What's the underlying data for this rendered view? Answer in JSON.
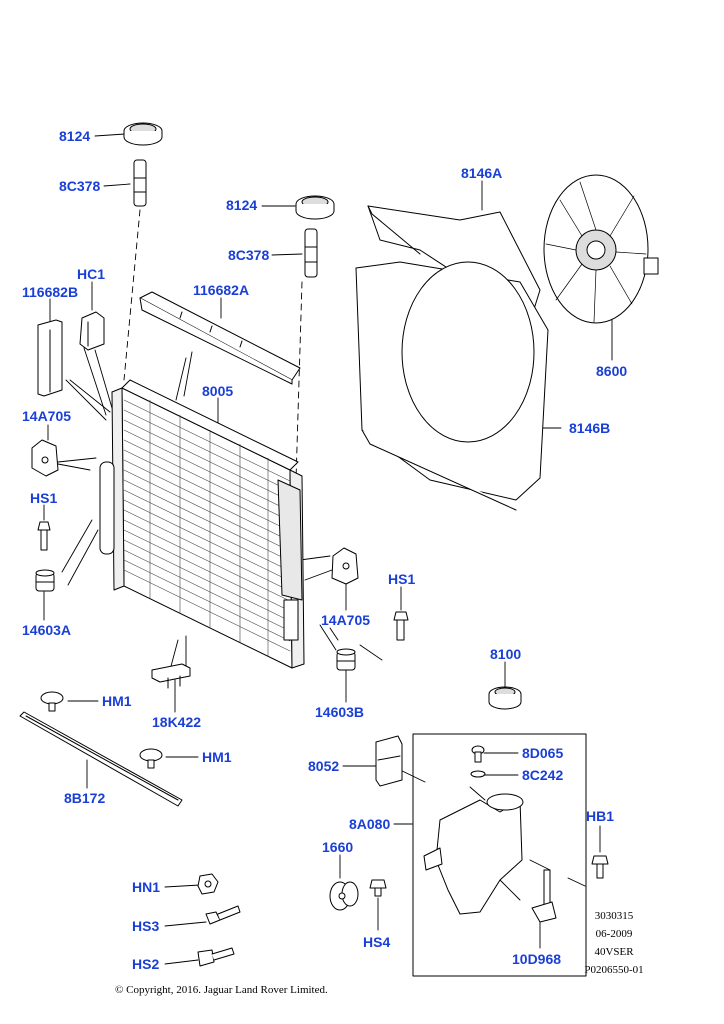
{
  "parts": {
    "p8124_a": "8124",
    "p8C378_a": "8C378",
    "p8124_b": "8124",
    "p8C378_b": "8C378",
    "p8146A": "8146A",
    "pHC1": "HC1",
    "p116682B": "116682B",
    "p116682A": "116682A",
    "p8005": "8005",
    "p14A705_a": "14A705",
    "p8146B": "8146B",
    "p8600": "8600",
    "pHS1_a": "HS1",
    "p14603A": "14603A",
    "pHS1_b": "HS1",
    "p14A705_b": "14A705",
    "p14603B": "14603B",
    "p8100": "8100",
    "pHM1_a": "HM1",
    "p18K422": "18K422",
    "pHM1_b": "HM1",
    "p8B172": "8B172",
    "p8052": "8052",
    "p8D065": "8D065",
    "p8C242": "8C242",
    "p8A080": "8A080",
    "pHB1": "HB1",
    "p1660": "1660",
    "pHN1": "HN1",
    "pHS3": "HS3",
    "pHS4": "HS4",
    "pHS2": "HS2",
    "p10D968": "10D968"
  },
  "reference": {
    "line1": "3030315",
    "line2": "06-2009",
    "line3": "40VSER",
    "line4": "P0206550-01"
  },
  "copyright": "© Copyright, 2016. Jaguar Land Rover Limited."
}
